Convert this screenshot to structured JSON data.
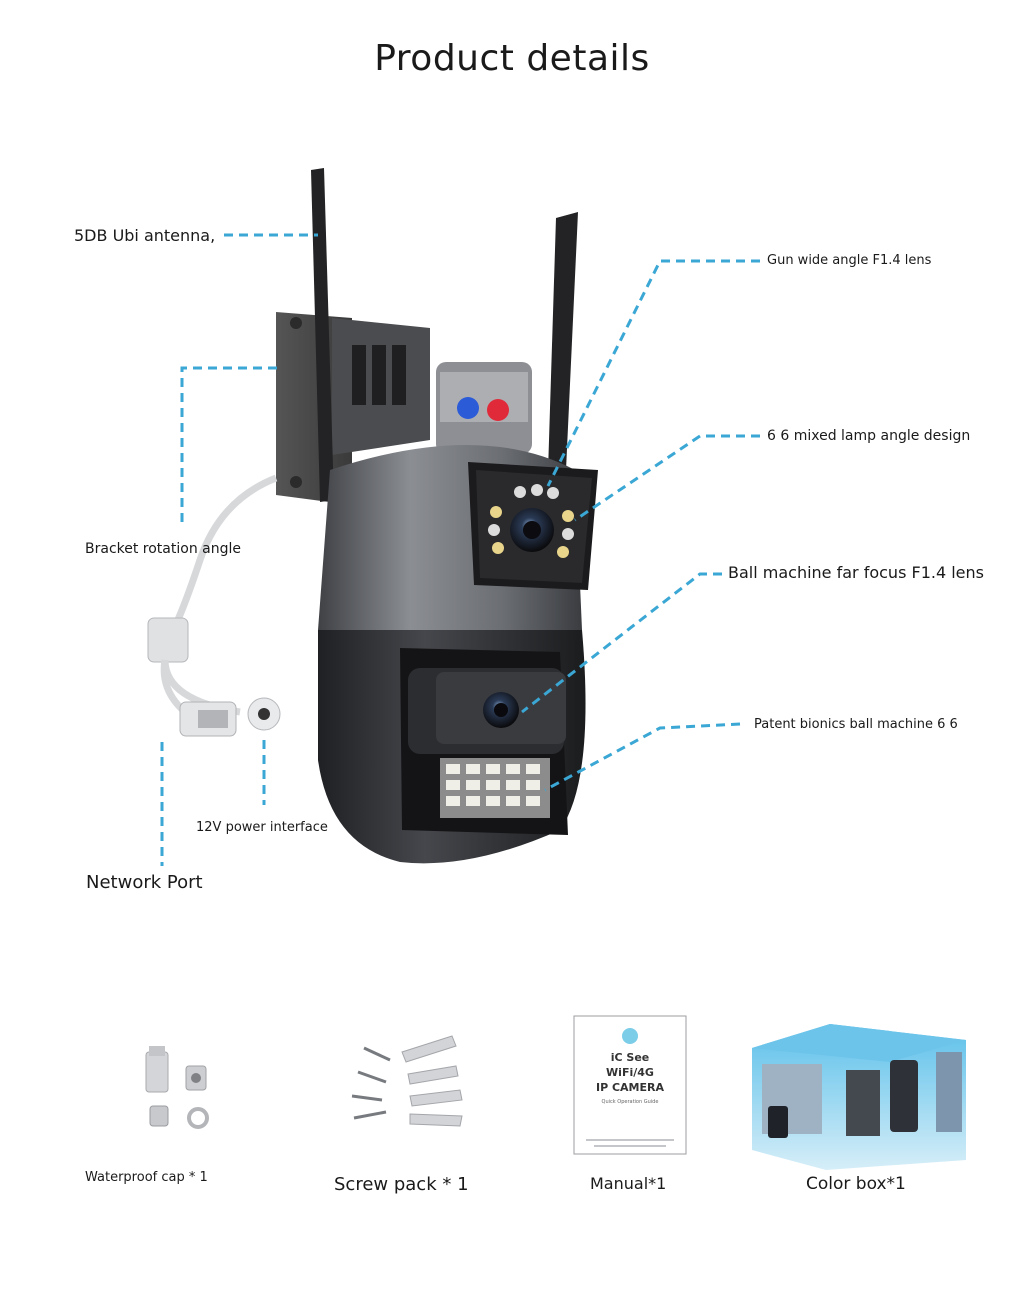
{
  "page": {
    "title": "Product details"
  },
  "callouts": {
    "antenna": "5DB Ubi antenna,",
    "gun_lens": "Gun wide angle F1.4 lens",
    "mixed_lamp": "6 6 mixed lamp angle design",
    "bracket": "Bracket rotation angle",
    "ball_lens": "Ball machine far focus F1.4 lens",
    "patent": "Patent bionics ball machine 6 6",
    "power": "12V power interface",
    "network": "Network Port"
  },
  "package": {
    "items": [
      {
        "label": "Waterproof cap * 1"
      },
      {
        "label": "Screw pack * 1"
      },
      {
        "label": "Manual*1"
      },
      {
        "label": "Color box*1"
      }
    ],
    "manual_cover": {
      "brand": "iC See",
      "line1": "WiFi/4G",
      "line2": "IP CAMERA",
      "line3": "Quick Operation Guide"
    }
  },
  "colors": {
    "accent_line": "#3ba7d4",
    "camera_body": "#6a6d72",
    "camera_dark": "#2e2f33",
    "box_sky": "#4fb3e3"
  }
}
